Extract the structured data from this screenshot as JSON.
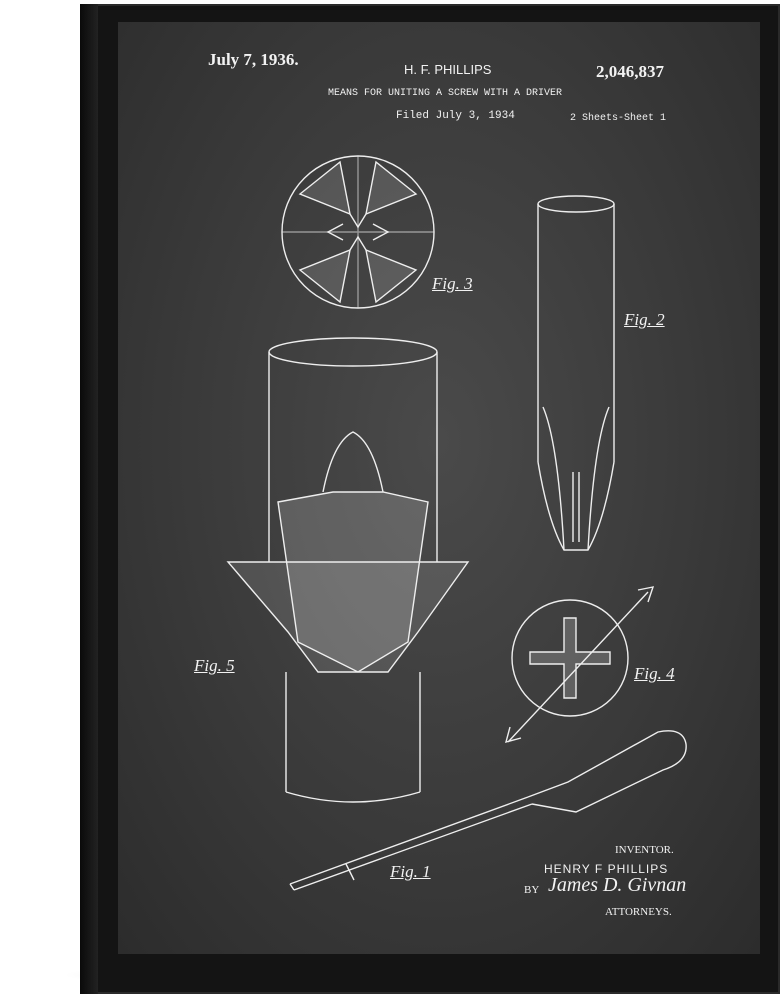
{
  "header": {
    "date": "July 7, 1936.",
    "inventor": "H. F. PHILLIPS",
    "patent_number": "2,046,837",
    "title": "MEANS FOR UNITING A SCREW WITH A DRIVER",
    "filed": "Filed July 3, 1934",
    "sheets": "2 Sheets-Sheet 1"
  },
  "figures": {
    "fig1": "Fig. 1",
    "fig2": "Fig. 2",
    "fig3": "Fig. 3",
    "fig4": "Fig. 4",
    "fig5": "Fig. 5"
  },
  "footer": {
    "inventor_label": "INVENTOR.",
    "inventor_name": "HENRY F PHILLIPS",
    "by": "BY",
    "signature": "James D. Givnan",
    "attorneys": "ATTORNEYS."
  },
  "colors": {
    "chalkboard": "#3a3a3a",
    "chalk": "#f2f2f2",
    "frame": "#141414"
  }
}
